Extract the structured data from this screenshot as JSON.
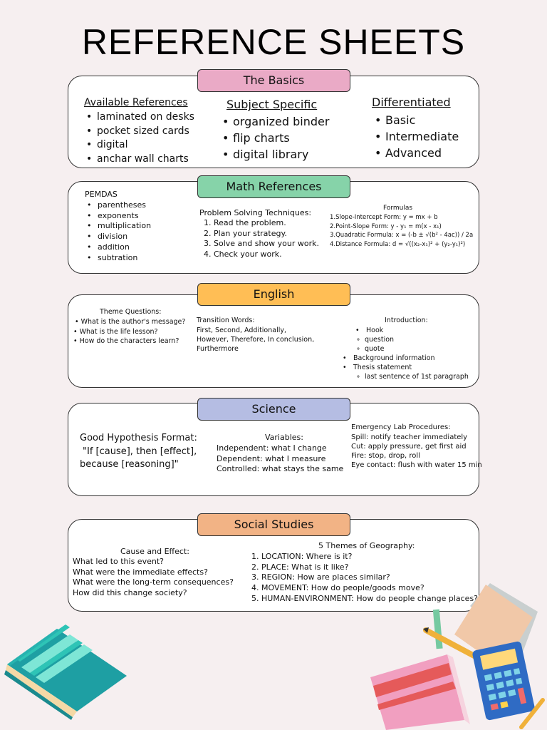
{
  "title": "REFERENCE SHEETS",
  "basics": {
    "heading": "The Basics",
    "available": {
      "title": "Available References",
      "items": [
        "laminated on desks",
        "pocket sized cards",
        "digital",
        "anchar wall charts"
      ]
    },
    "subject": {
      "title": "Subject Specific",
      "items": [
        "organized binder",
        "flip charts",
        "digital library"
      ]
    },
    "differentiated": {
      "title": "Differentiated",
      "items": [
        "Basic",
        "Intermediate",
        "Advanced"
      ]
    }
  },
  "math": {
    "heading": "Math References",
    "pemdas": {
      "title": "PEMDAS",
      "items": [
        "parentheses",
        "exponents",
        "multiplication",
        "division",
        "addition",
        "subtration"
      ]
    },
    "problem": {
      "title": "Problem Solving Techniques:",
      "items": [
        "1. Read the problem.",
        "2. Plan your strategy.",
        "3. Solve and show your work.",
        "4. Check your work."
      ]
    },
    "formulas": {
      "title": "Formulas",
      "items": [
        "1.Slope-Intercept Form: y = mx + b",
        "2.Point-Slope Form: y - y₁ = m(x - x₁)",
        "3.Quadratic Formula: x = (-b ± √(b² - 4ac)) / 2a",
        "4.Distance Formula: d = √((x₂-x₁)² + (y₂-y₁)²)"
      ]
    }
  },
  "english": {
    "heading": "English",
    "theme": {
      "title": "Theme Questions:",
      "items": [
        "• What is the author's message?",
        "• What is the life lesson?",
        "• How do the characters learn?"
      ]
    },
    "transition": {
      "title": "Transition Words:",
      "lines": [
        "First, Second, Additionally,",
        "However, Therefore, In conclusion,",
        "Furthermore"
      ]
    },
    "intro": {
      "title": "Introduction:",
      "hook": "Hook",
      "hook_items": [
        "question",
        "quote"
      ],
      "background": "Background information",
      "thesis": "Thesis statement",
      "thesis_items": [
        "last sentence of 1st paragraph"
      ]
    }
  },
  "science": {
    "heading": "Science",
    "hypothesis": {
      "title": "Good Hypothesis Format:",
      "lines": [
        "\"If [cause], then [effect],",
        "because [reasoning]\""
      ]
    },
    "variables": {
      "title": "Variables:",
      "lines": [
        "Independent: what I change",
        "Dependent: what I measure",
        "Controlled: what stays the same"
      ]
    },
    "lab": {
      "title": "Emergency Lab Procedures:",
      "lines": [
        "Spill: notify teacher immediately",
        "Cut: apply pressure, get first aid",
        "Fire: stop, drop, roll",
        "Eye contact: flush with water 15 min"
      ]
    }
  },
  "social": {
    "heading": "Social Studies",
    "cause": {
      "title": "Cause and Effect:",
      "lines": [
        "What led to this event?",
        "What were the immediate effects?",
        "What were the long-term consequences?",
        "How did this change society?"
      ]
    },
    "geo": {
      "title": "5 Themes of Geography:",
      "lines": [
        "1. LOCATION: Where is it?",
        "2. PLACE: What is it like?",
        "3. REGION: How are places similar?",
        "4. MOVEMENT: How do people/goods move?",
        "5. HUMAN-ENVIRONMENT: How do people change places?"
      ]
    }
  },
  "colors": {
    "basics": "#eaaac6",
    "math": "#86d3a9",
    "english": "#ffbe55",
    "science": "#b5bde3",
    "social": "#f2b385"
  }
}
